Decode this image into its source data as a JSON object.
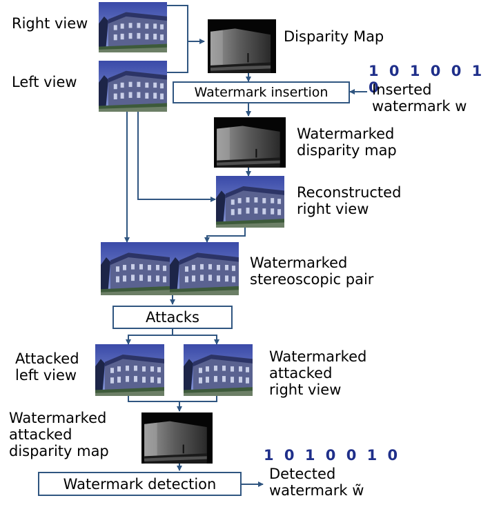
{
  "labels": {
    "right_view": "Right view",
    "left_view": "Left view",
    "disparity_map": "Disparity Map",
    "inserted_watermark": "Inserted\nwatermark w",
    "watermarked_disparity_map": "Watermarked\ndisparity map",
    "reconstructed_right_view": "Reconstructed\nright view",
    "watermarked_stereoscopic_pair": "Watermarked\nstereoscopic pair",
    "attacked_left_view": "Attacked\nleft view",
    "watermarked_attacked_right_view": "Watermarked\nattacked\nright view",
    "watermarked_attacked_disparity_map": "Watermarked\nattacked\ndisparity map",
    "detected_watermark": "Detected\nwatermark w̃"
  },
  "boxes": {
    "watermark_insertion": "Watermark insertion",
    "attacks": "Attacks",
    "watermark_detection": "Watermark detection"
  },
  "bits": {
    "inserted": "1 0 1 0 0 1 0",
    "detected": "1 0 1 0 0 1 0"
  },
  "colors": {
    "arrow": "#2f5580",
    "bits": "#1f2f8a"
  }
}
